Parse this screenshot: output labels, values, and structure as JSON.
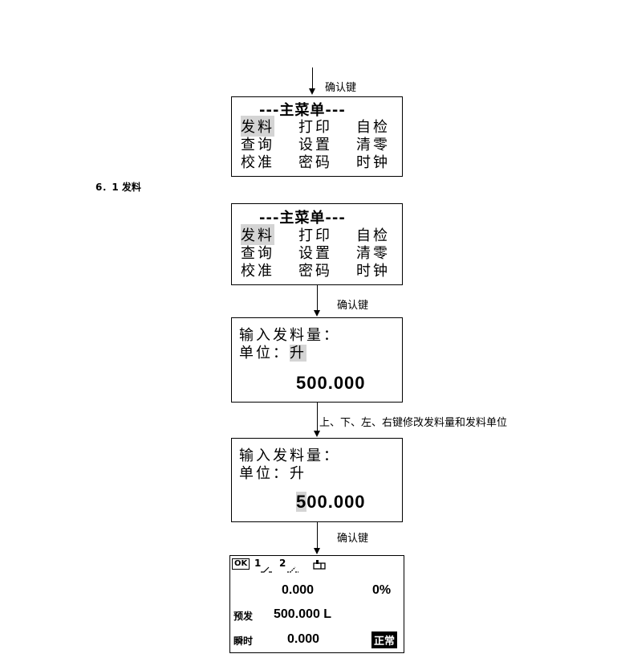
{
  "flow": {
    "confirm_key": "确认键",
    "adjust_keys": "上、下、左、右键修改发料量和发料单位"
  },
  "section": {
    "heading": "6．1 发料"
  },
  "main_menu": {
    "title": "---主菜单---",
    "items": [
      "发料",
      "打印",
      "自检",
      "查询",
      "设置",
      "清零",
      "校准",
      "密码",
      "时钟"
    ],
    "selected": "发料"
  },
  "input_screen": {
    "prompt": "输入发料量：",
    "unit_label": "单位：",
    "unit_value": "升",
    "amount": "500.000",
    "amount_first_digit": "5",
    "amount_rest": "00.000"
  },
  "run_screen": {
    "ok_badge": "OK",
    "ch1": "1",
    "ch2": "2",
    "current": "0.000",
    "percent": "0%",
    "preset_label": "预发",
    "preset_value": "500.000 L",
    "instant_label": "瞬时",
    "instant_value": "0.000",
    "status": "正常"
  }
}
